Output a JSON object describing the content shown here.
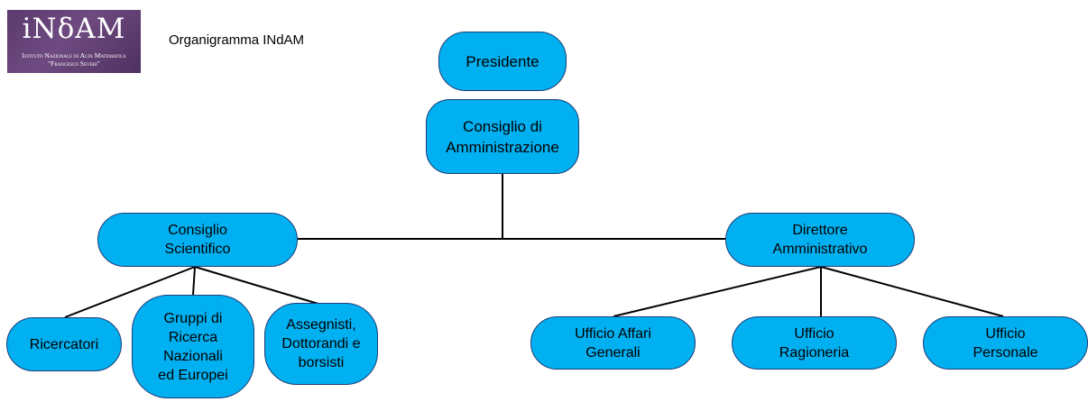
{
  "logo": {
    "name": "iNδAM",
    "subtitle_line1": "Istituto Nazionale di Alta Matematica",
    "subtitle_line2": "\"Francesco Severi\""
  },
  "title": "Organigramma INdAM",
  "nodes": {
    "presidente": "Presidente",
    "consiglio_amministrazione": "Consiglio di\nAmministrazione",
    "consiglio_scientifico": "Consiglio\nScientifico",
    "direttore_amministrativo": "Direttore\nAmministrativo",
    "ricercatori": "Ricercatori",
    "gruppi_ricerca": "Gruppi di\nRicerca\nNazionali\ned Europei",
    "assegnisti": "Assegnisti,\nDottorandi e\nborsisti",
    "ufficio_affari": "Ufficio Affari\nGenerali",
    "ufficio_ragioneria": "Ufficio\nRagioneria",
    "ufficio_personale": "Ufficio\nPersonale"
  },
  "colors": {
    "node_fill": "#00b0f0",
    "node_border": "#1f3d78",
    "connector": "#000000",
    "logo_background": "#5b3a6e"
  }
}
